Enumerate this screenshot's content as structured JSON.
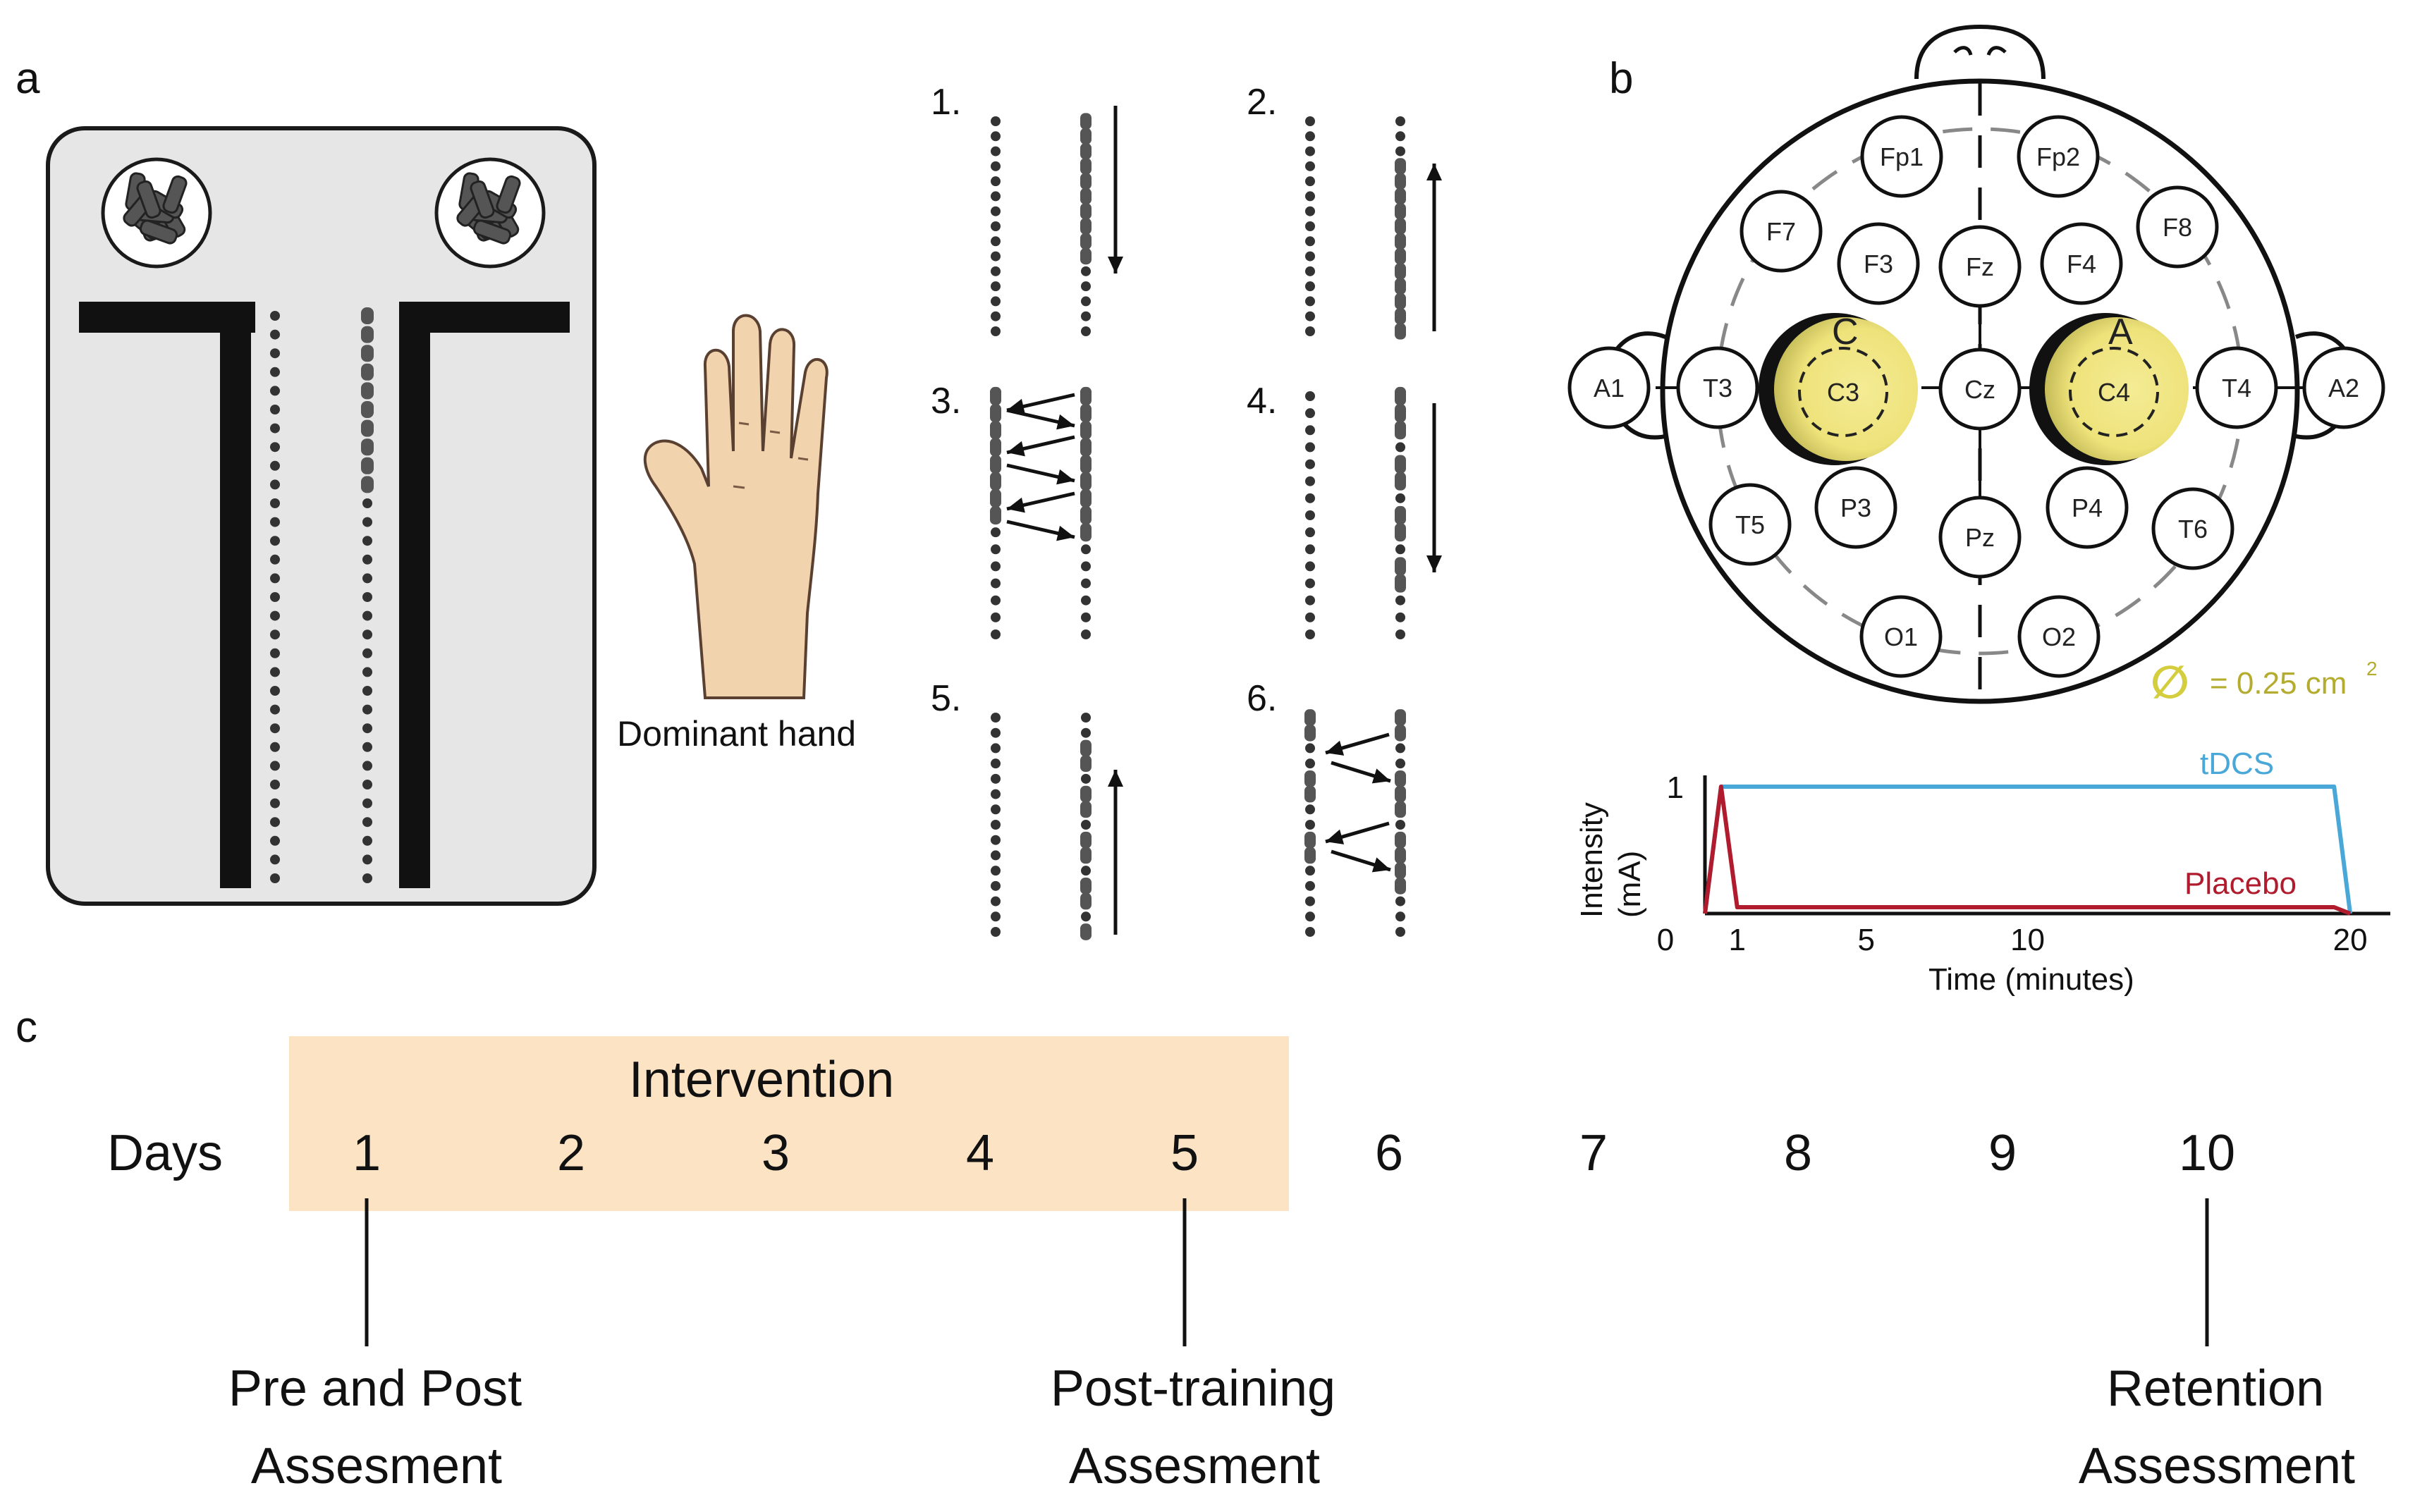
{
  "panels": {
    "a": "a",
    "b": "b",
    "c": "c"
  },
  "panel_a": {
    "hand_label": "Dominant hand",
    "steps": [
      "1.",
      "2.",
      "3.",
      "4.",
      "5.",
      "6."
    ]
  },
  "panel_b": {
    "electrodes": [
      "Fp1",
      "Fp2",
      "F7",
      "F3",
      "Fz",
      "F4",
      "F8",
      "A1",
      "T3",
      "C3",
      "Cz",
      "C4",
      "T4",
      "A2",
      "T5",
      "P3",
      "Pz",
      "P4",
      "T6",
      "O1",
      "O2"
    ],
    "cathode_label": "C",
    "anode_label": "A",
    "electrode_fill": "#f3ea8f",
    "area_symbol": "∅",
    "area_text": "= 0.25 cm",
    "area_superscript": "2",
    "area_color": "#c9c23a"
  },
  "chart_data": {
    "type": "line",
    "title": "",
    "xlabel": "Time (minutes)",
    "ylabel_line1": "Intensity",
    "ylabel_line2": "(mA)",
    "xlim": [
      0,
      20.5
    ],
    "ylim": [
      0,
      1
    ],
    "xticks": [
      0,
      1,
      5,
      10,
      20
    ],
    "xtick_labels": [
      "0",
      "1",
      "5",
      "10",
      "20"
    ],
    "yticks": [
      0,
      1
    ],
    "ytick_labels": [
      "0",
      "1"
    ],
    "series": [
      {
        "name": "tDCS",
        "color": "#4aa8d8",
        "x": [
          0,
          0.5,
          19.5,
          20
        ],
        "y": [
          0,
          1,
          1,
          0
        ]
      },
      {
        "name": "Placebo",
        "color": "#b01c2e",
        "x": [
          0,
          0.5,
          1.0,
          19.5,
          20
        ],
        "y": [
          0,
          1,
          0.05,
          0.05,
          0
        ]
      }
    ]
  },
  "panel_c": {
    "intervention_label": "Intervention",
    "days_label": "Days",
    "days": [
      "1",
      "2",
      "3",
      "4",
      "5",
      "6",
      "7",
      "8",
      "9",
      "10"
    ],
    "shade_color": "#fbe3c4",
    "milestones": [
      {
        "day": "1",
        "line1": "Pre and Post",
        "line2": "Assesment"
      },
      {
        "day": "5",
        "line1": "Post-training",
        "line2": "Assesment"
      },
      {
        "day": "10",
        "line1": "Retention",
        "line2": "Assessment"
      }
    ]
  }
}
